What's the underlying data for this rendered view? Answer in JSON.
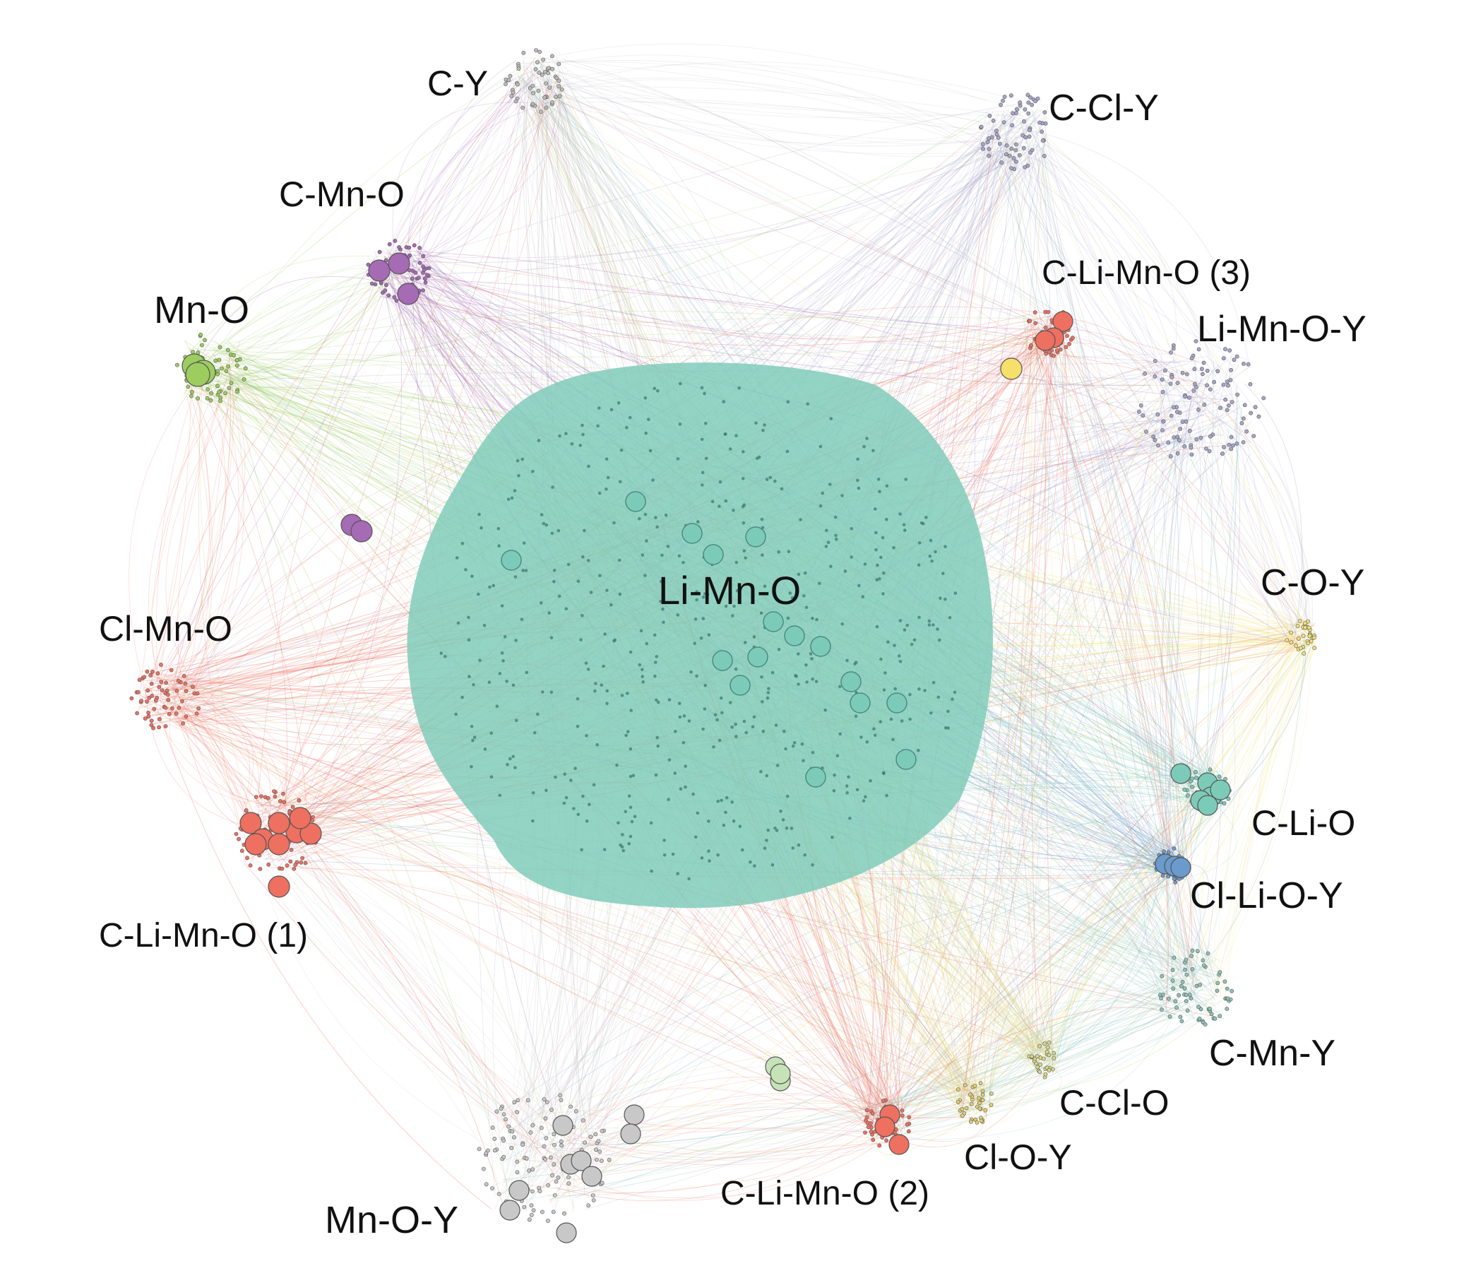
{
  "central_label": "Li-Mn-O",
  "clusters": [
    {
      "id": "li-mn-o",
      "label": "Li-Mn-O",
      "color": "#7ccbb8"
    },
    {
      "id": "c-y",
      "label": "C-Y",
      "color": "#bdbdbd"
    },
    {
      "id": "c-cl-y",
      "label": "C-Cl-Y",
      "color": "#a7a7cc"
    },
    {
      "id": "c-mn-o",
      "label": "C-Mn-O",
      "color": "#a56bb4"
    },
    {
      "id": "mn-o",
      "label": "Mn-O",
      "color": "#9ccd5e"
    },
    {
      "id": "c-li-mn-o-3",
      "label": "C-Li-Mn-O (3)",
      "color": "#ee7060"
    },
    {
      "id": "li-mn-o-y",
      "label": "Li-Mn-O-Y",
      "color": "#a7a7cc"
    },
    {
      "id": "c-o-y",
      "label": "C-O-Y",
      "color": "#f2e27a"
    },
    {
      "id": "cl-mn-o",
      "label": "Cl-Mn-O",
      "color": "#ee7060"
    },
    {
      "id": "c-li-o",
      "label": "C-Li-O",
      "color": "#7ccbb8"
    },
    {
      "id": "cl-li-o-y",
      "label": "Cl-Li-O-Y",
      "color": "#6b9acc"
    },
    {
      "id": "c-li-mn-o-1",
      "label": "C-Li-Mn-O (1)",
      "color": "#ee7060"
    },
    {
      "id": "c-mn-y",
      "label": "C-Mn-Y",
      "color": "#8fc4b8"
    },
    {
      "id": "c-cl-o",
      "label": "C-Cl-O",
      "color": "#d8d88a"
    },
    {
      "id": "cl-o-y",
      "label": "Cl-O-Y",
      "color": "#e0d070"
    },
    {
      "id": "c-li-mn-o-2",
      "label": "C-Li-Mn-O (2)",
      "color": "#ee7060"
    },
    {
      "id": "mn-o-y",
      "label": "Mn-O-Y",
      "color": "#c8c8c8"
    }
  ],
  "colors": {
    "core": "#7ccbb8",
    "node_outline": "#555555",
    "yellow_node": "#f5e06a",
    "light_green_node": "#c6e3b8"
  }
}
